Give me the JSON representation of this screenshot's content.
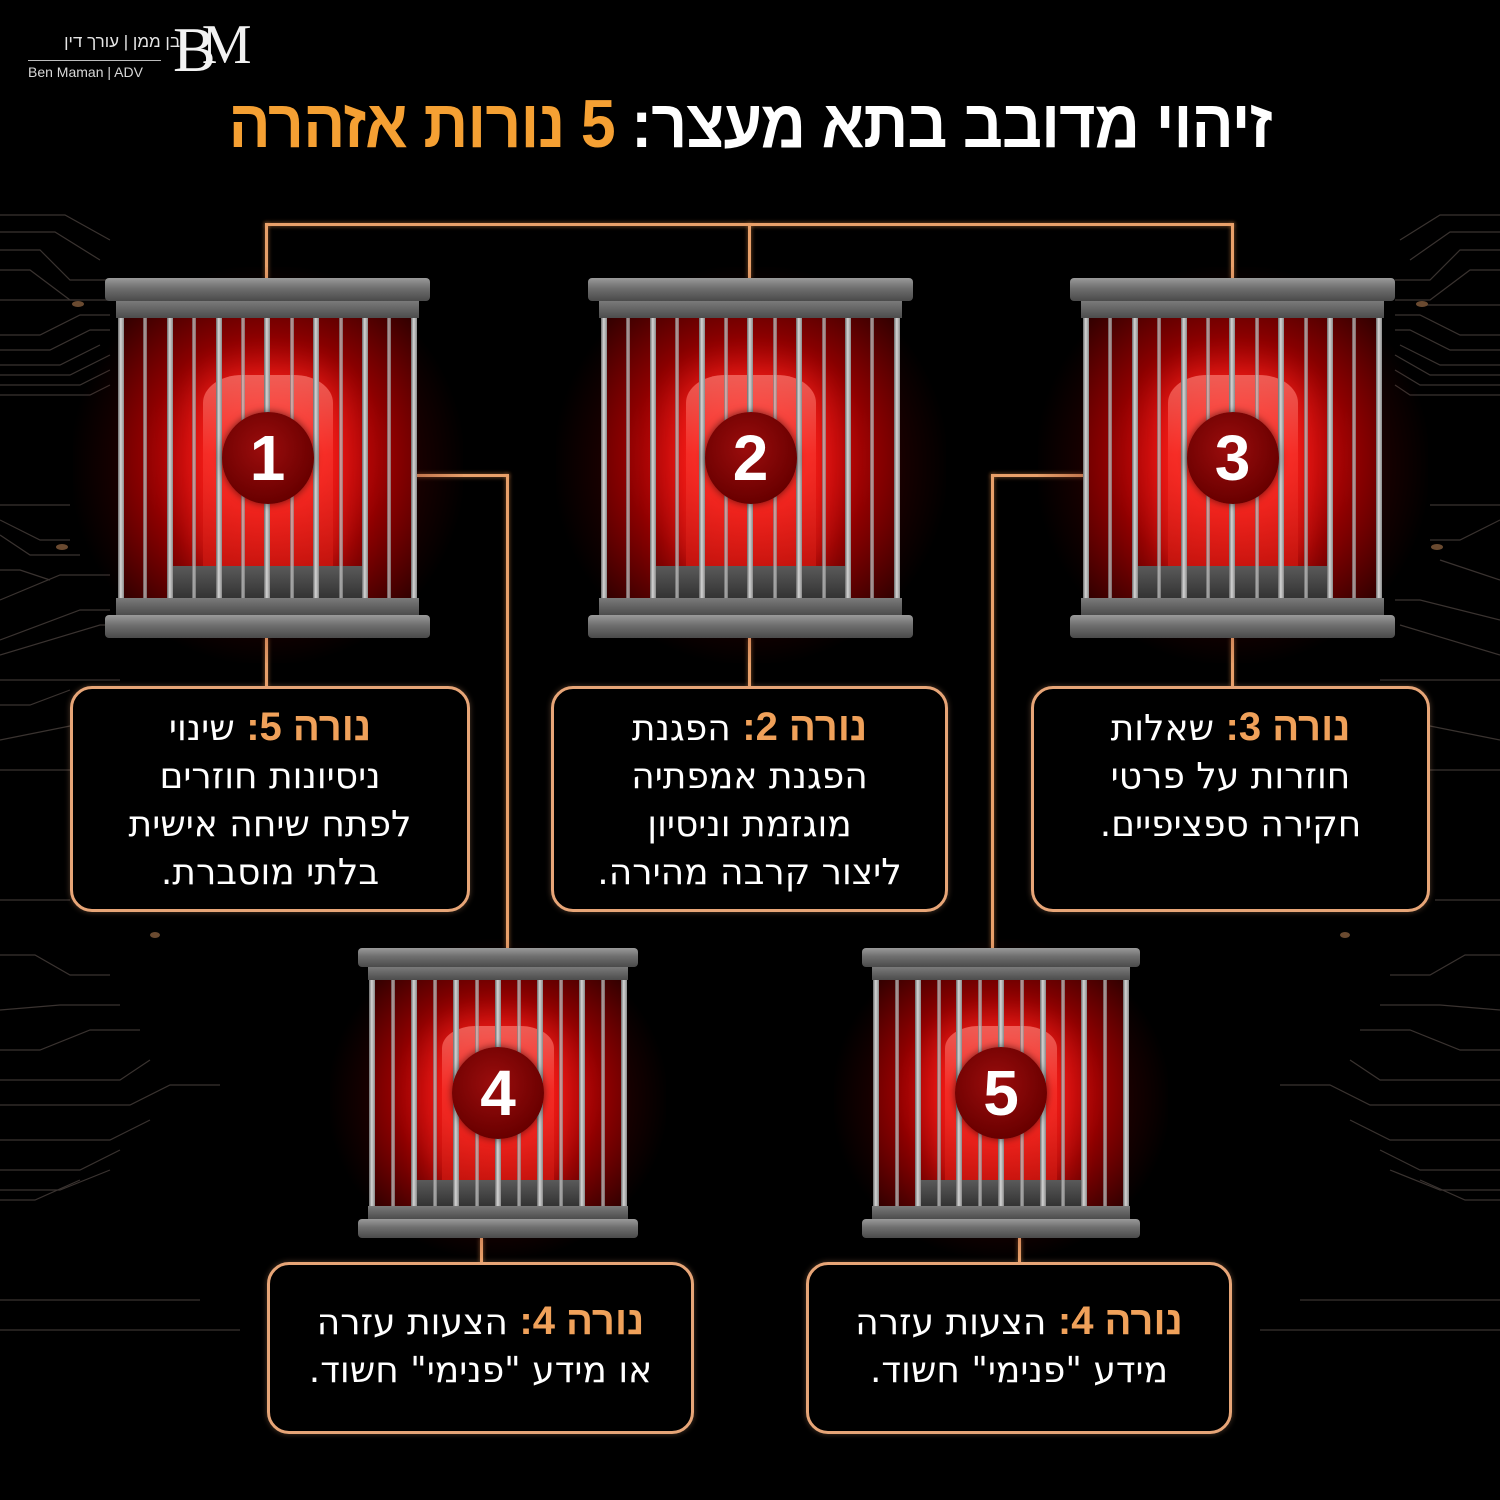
{
  "logo": {
    "hebrew": "בן ממן | עורך דין",
    "english": "Ben Maman | ADV",
    "mark_b": "B",
    "mark_m": "M"
  },
  "title": {
    "white_part": "זיהוי מדובב בתא מעצר:",
    "orange_part": "5 נורות אזהרה"
  },
  "colors": {
    "accent_orange": "#f5a033",
    "box_border": "#e7a577",
    "siren_red": "#e41010",
    "background": "#000000"
  },
  "cages": [
    {
      "number": "1",
      "icon": "siren-light-icon"
    },
    {
      "number": "2",
      "icon": "siren-light-icon"
    },
    {
      "number": "3",
      "icon": "siren-light-icon"
    },
    {
      "number": "4",
      "icon": "siren-light-icon"
    },
    {
      "number": "5",
      "icon": "siren-light-icon"
    }
  ],
  "boxes": [
    {
      "label": "נורה 5:",
      "lines": [
        "שינוי",
        "ניסיונות חוזרים",
        "לפתח שיחה אישית",
        "בלתי מוסברת."
      ]
    },
    {
      "label": "נורה 2:",
      "lines": [
        "הפגנת",
        "הפגנת אמפתיה",
        "מוגזמת וניסיון",
        "ליצור קרבה מהירה."
      ]
    },
    {
      "label": "נורה 3:",
      "lines": [
        "שאלות",
        "חוזרות על פרטי",
        "חקירה ספציפיים."
      ]
    },
    {
      "label": "נורה 4:",
      "lines": [
        "הצעות עזרה",
        "או מידע \"פנימי\" חשוד."
      ]
    },
    {
      "label": "נורה 4:",
      "lines": [
        "הצעות עזרה",
        "מידע \"פנימי\" חשוד."
      ]
    }
  ]
}
